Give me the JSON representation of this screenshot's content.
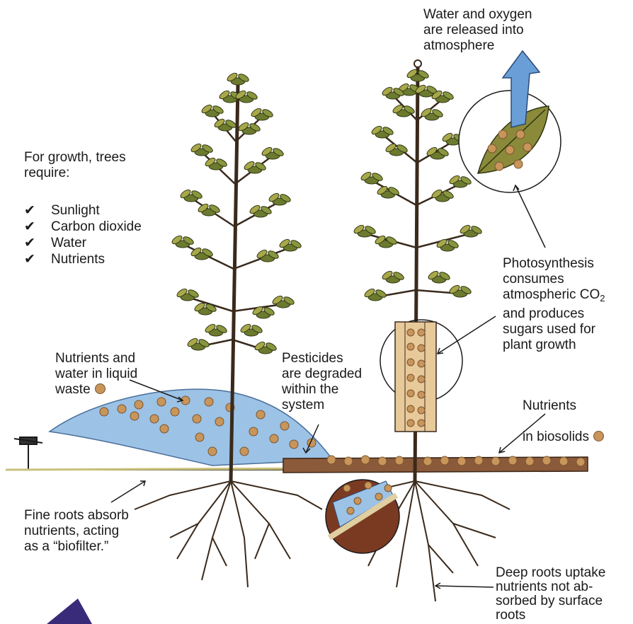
{
  "labels": {
    "atmosphere": "Water and oxygen\nare released into\natmosphere",
    "requirements_title": "For growth, trees\nrequire:",
    "photosynthesis_pre": "Photosynthesis\nconsumes\natmospheric CO",
    "photosynthesis_sub": "2",
    "photosynthesis_post": "and produces\nsugars used for\nplant growth",
    "liquid_waste": "Nutrients and\nwater in liquid\nwaste",
    "pesticides": "Pesticides\nare degraded\nwithin the\nsystem",
    "biosolids_line1": "Nutrients",
    "biosolids_line2": "in biosolids",
    "fine_roots": "Fine roots absorb\nnutrients, acting\nas a “biofilter.”",
    "deep_roots": "Deep roots uptake\nnutrients not ab-\nsorbed by surface\nroots"
  },
  "requirements": [
    {
      "check": "✔",
      "text": "Sunlight"
    },
    {
      "check": "✔",
      "text": "Carbon dioxide"
    },
    {
      "check": "✔",
      "text": "Water"
    },
    {
      "check": "✔",
      "text": "Nutrients"
    }
  ],
  "colors": {
    "foliage": "#6b7a2e",
    "foliage_light": "#a8a84a",
    "trunk": "#3a2a1c",
    "water_spray": "#9cc2e6",
    "nutrient_dot": "#c8955a",
    "biosolids": "#8a5a3a",
    "soil_circle": "#7a3a22",
    "arrow_blue": "#6a9ed6"
  },
  "icons": [
    "checkmark-icon",
    "nutrient-dot-icon",
    "up-arrow-icon",
    "sprinkler-icon"
  ]
}
